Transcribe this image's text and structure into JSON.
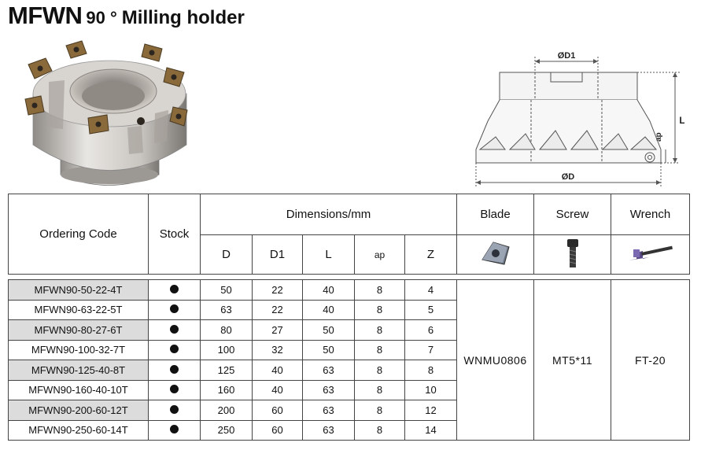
{
  "title": {
    "code": "MFWN",
    "angle": "90 °",
    "name": "Milling holder"
  },
  "drawing": {
    "d1_label": "ØD1",
    "d_label": "ØD",
    "l_label": "L",
    "ap_label": "ap"
  },
  "table": {
    "headers": {
      "ordering_code": "Ordering Code",
      "stock": "Stock",
      "dimensions": "Dimensions/mm",
      "blade": "Blade",
      "screw": "Screw",
      "wrench": "Wrench",
      "d": "D",
      "d1": "D1",
      "l": "L",
      "ap": "ap",
      "z": "Z"
    },
    "rows": [
      {
        "code": "MFWN90-50-22-4T",
        "d": "50",
        "d1": "22",
        "l": "40",
        "ap": "8",
        "z": "4"
      },
      {
        "code": "MFWN90-63-22-5T",
        "d": "63",
        "d1": "22",
        "l": "40",
        "ap": "8",
        "z": "5"
      },
      {
        "code": "MFWN90-80-27-6T",
        "d": "80",
        "d1": "27",
        "l": "50",
        "ap": "8",
        "z": "6"
      },
      {
        "code": "MFWN90-100-32-7T",
        "d": "100",
        "d1": "32",
        "l": "50",
        "ap": "8",
        "z": "7"
      },
      {
        "code": "MFWN90-125-40-8T",
        "d": "125",
        "d1": "40",
        "l": "63",
        "ap": "8",
        "z": "8"
      },
      {
        "code": "MFWN90-160-40-10T",
        "d": "160",
        "d1": "40",
        "l": "63",
        "ap": "8",
        "z": "10"
      },
      {
        "code": "MFWN90-200-60-12T",
        "d": "200",
        "d1": "60",
        "l": "63",
        "ap": "8",
        "z": "12"
      },
      {
        "code": "MFWN90-250-60-14T",
        "d": "250",
        "d1": "60",
        "l": "63",
        "ap": "8",
        "z": "14"
      }
    ],
    "blade": "WNMU0806",
    "screw": "MT5*11",
    "wrench": "FT-20"
  }
}
